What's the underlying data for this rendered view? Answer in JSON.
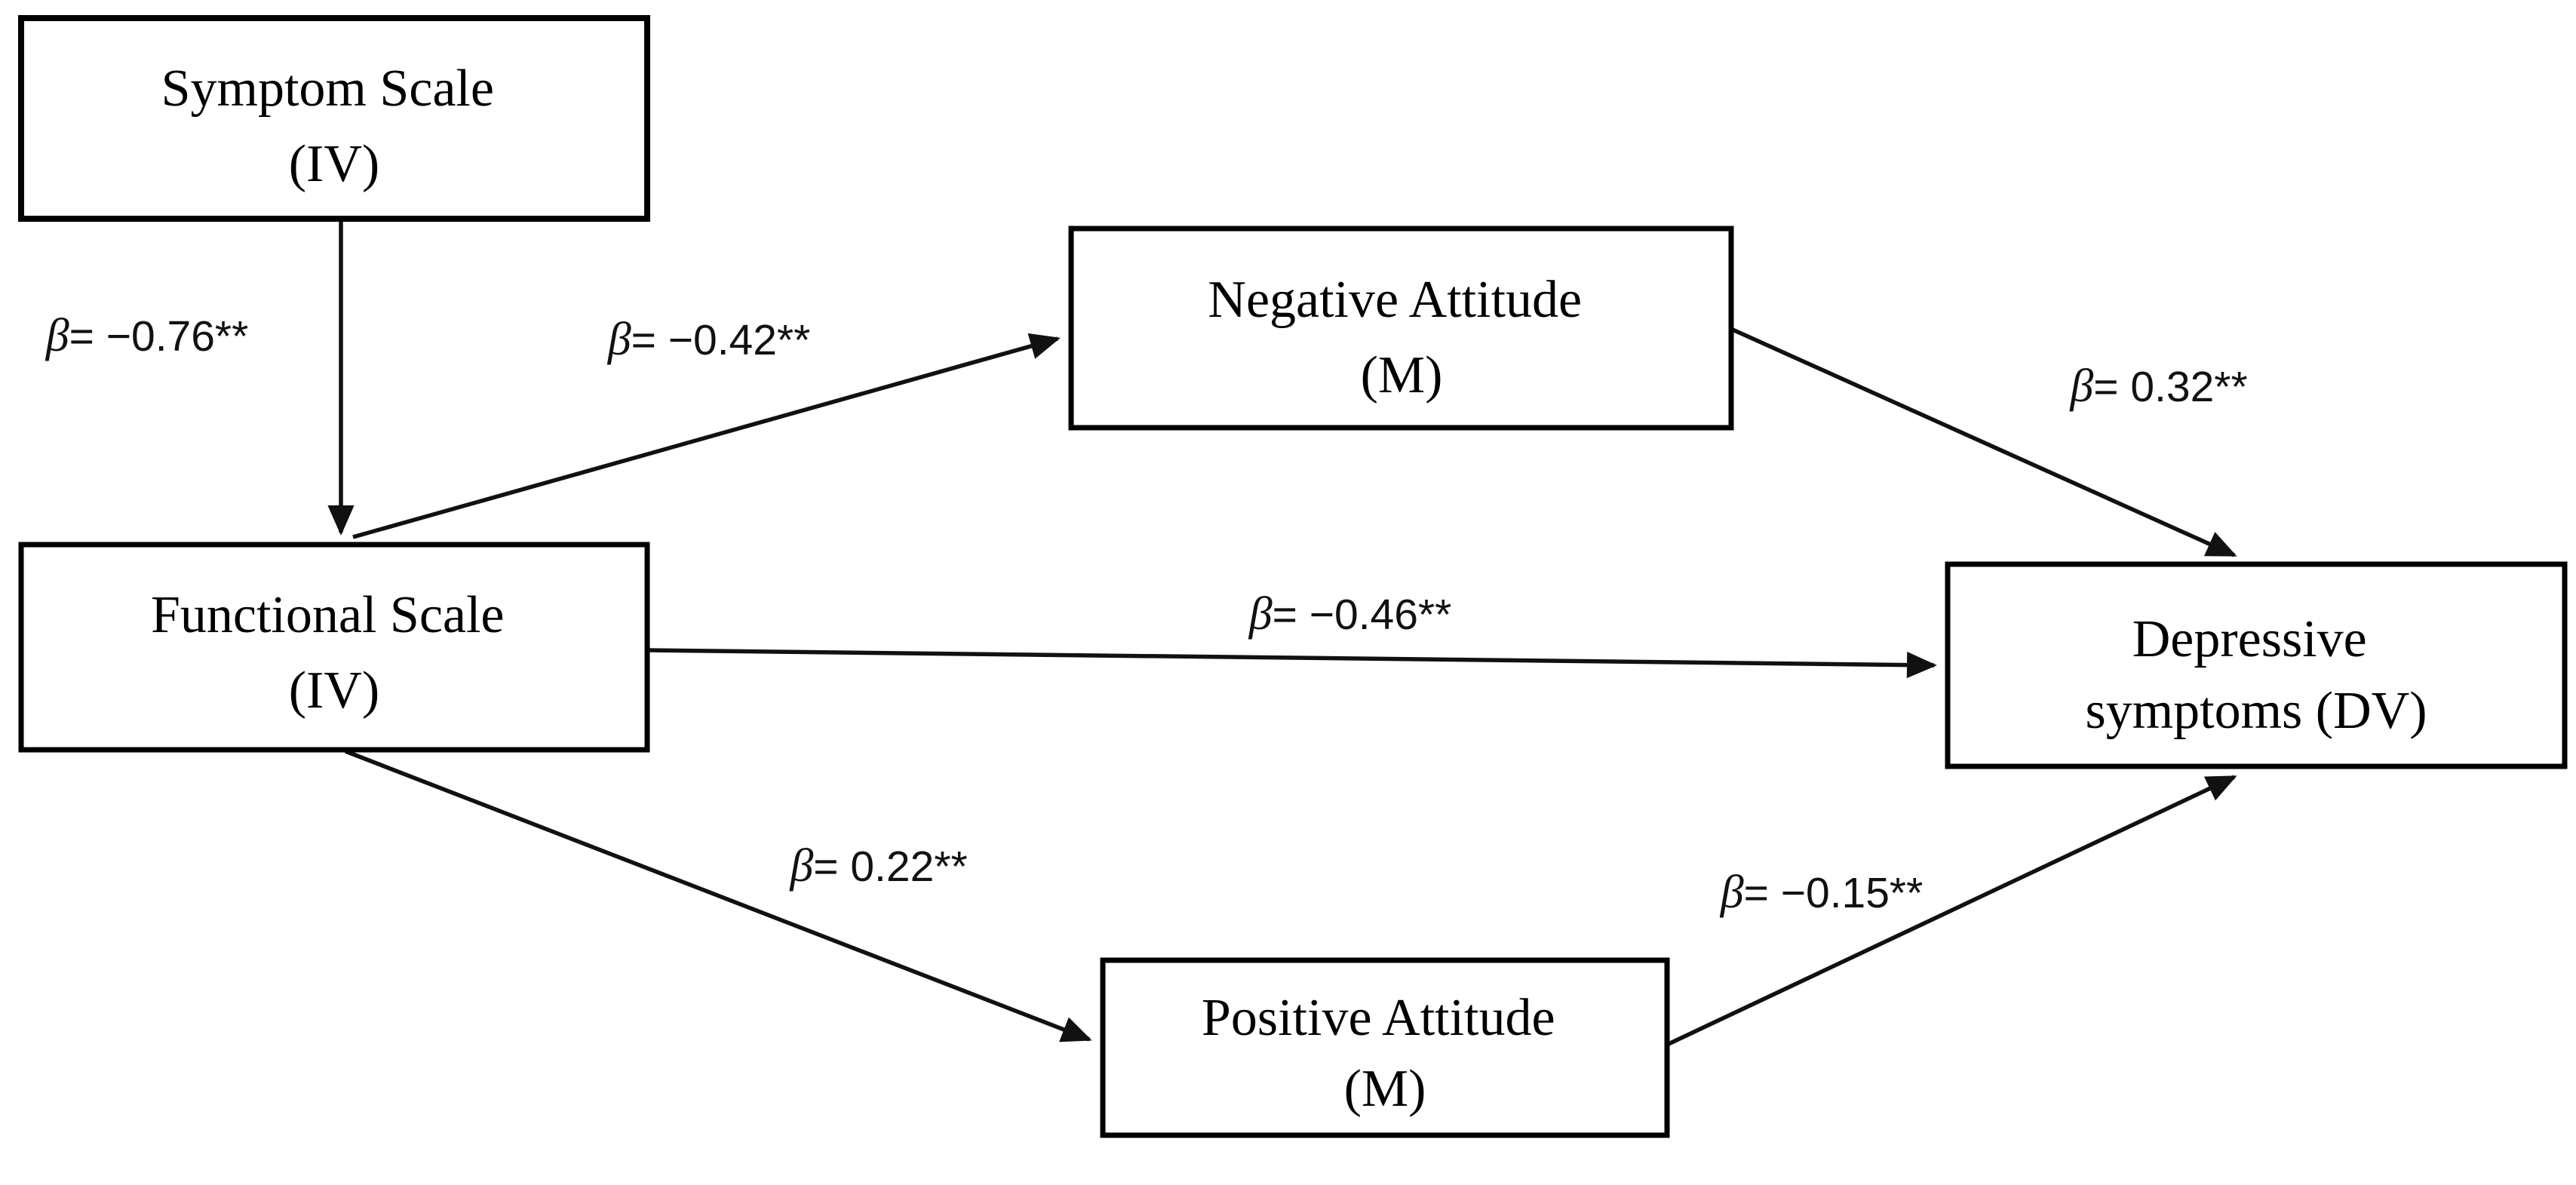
{
  "colors": {
    "background": "#ffffff",
    "stroke": "#000000",
    "text": "#000000"
  },
  "diagram": {
    "nodes": {
      "symptom": {
        "line1": "Symptom Scale",
        "line2": "(IV)"
      },
      "functional": {
        "line1": "Functional Scale",
        "line2": "(IV)"
      },
      "negative": {
        "line1": "Negative Attitude",
        "line2": "(M)"
      },
      "positive": {
        "line1": "Positive Attitude",
        "line2": "(M)"
      },
      "depressive": {
        "line1": "Depressive",
        "line2": "symptoms (DV)"
      }
    },
    "paths": {
      "symptom_to_functional": {
        "beta": "β",
        "value": "= −0.76**"
      },
      "functional_to_negative": {
        "beta": "β",
        "value": "= −0.42**"
      },
      "functional_to_depressive": {
        "beta": "β",
        "value": "= −0.46**"
      },
      "functional_to_positive": {
        "beta": "β",
        "value": "= 0.22**"
      },
      "negative_to_depressive": {
        "beta": "β",
        "value": "= 0.32**"
      },
      "positive_to_depressive": {
        "beta": "β",
        "value": "= −0.15**"
      }
    }
  }
}
